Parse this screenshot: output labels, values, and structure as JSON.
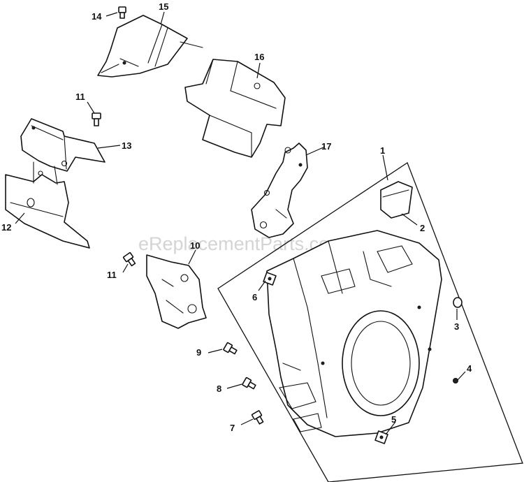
{
  "watermark": "eReplacementParts.com",
  "callouts": {
    "c1": "1",
    "c2": "2",
    "c3": "3",
    "c4": "4",
    "c5": "5",
    "c6": "6",
    "c7": "7",
    "c8": "8",
    "c9": "9",
    "c10": "10",
    "c11a": "11",
    "c11b": "11",
    "c12": "12",
    "c13": "13",
    "c14": "14",
    "c15": "15",
    "c16": "16",
    "c17": "17"
  }
}
